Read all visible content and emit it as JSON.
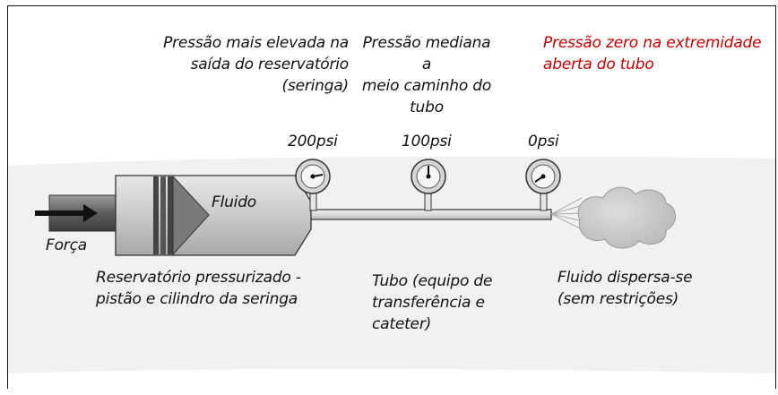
{
  "labels": {
    "high_pressure": [
      "Pressão mais elevada na",
      "saída do reservatório",
      "(seringa)"
    ],
    "mid_pressure": [
      "Pressão mediana a",
      "meio caminho do",
      "tubo"
    ],
    "zero_pressure": [
      "Pressão zero na extremidade",
      "aberta do tubo"
    ],
    "gauge_1": "200psi",
    "gauge_2": "100psi",
    "gauge_3": "0psi",
    "fluid": "Fluido",
    "force": "Força",
    "reservoir": [
      "Reservatório pressurizado -",
      "pistão e cilindro da seringa"
    ],
    "tube": [
      "Tubo (equipo de",
      "transferência e",
      "cateter)"
    ],
    "disperses": [
      "Fluido dispersa-se",
      "(sem restrições)"
    ]
  },
  "colors": {
    "highlight": "#c00000",
    "text": "#111111"
  },
  "gauges": [
    {
      "reading": "200psi",
      "needle": "high"
    },
    {
      "reading": "100psi",
      "needle": "mid"
    },
    {
      "reading": "0psi",
      "needle": "zero"
    }
  ]
}
